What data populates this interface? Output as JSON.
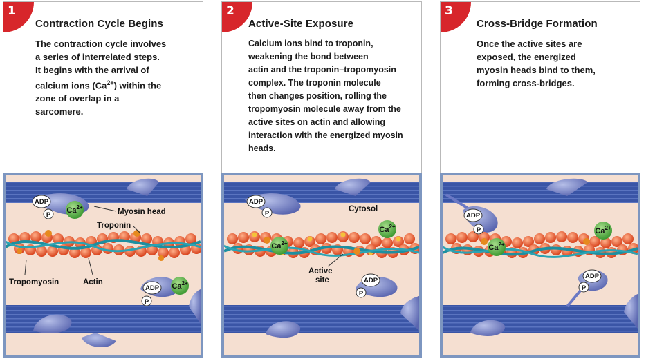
{
  "panels": [
    {
      "number": "1",
      "title": "Contraction Cycle Begins",
      "lines": [
        "The contraction cycle involves",
        "a series of interrelated steps.",
        "It begins with the arrival of",
        "calcium ions (Ca",
        "2+",
        ") within the",
        "zone of overlap in a",
        "sarcomere."
      ],
      "labels": {
        "adp": "ADP",
        "p": "P",
        "ca": "Ca",
        "ca_sup": "2+",
        "myosin_head": "Myosin head",
        "troponin": "Troponin",
        "tropomyosin": "Tropomyosin",
        "actin": "Actin"
      }
    },
    {
      "number": "2",
      "title": "Active-Site Exposure",
      "lines": [
        "Calcium ions bind to troponin,",
        "weakening the bond between",
        "actin and the troponin–tropomyosin",
        "complex. The troponin molecule",
        "then changes position, rolling the",
        "tropomyosin molecule away from the",
        "active sites on actin and allowing",
        "interaction with the energized myosin",
        "heads."
      ],
      "labels": {
        "adp": "ADP",
        "p": "P",
        "ca": "Ca",
        "ca_sup": "2+",
        "cytosol": "Cytosol",
        "active": "Active",
        "site": "site"
      }
    },
    {
      "number": "3",
      "title": "Cross-Bridge Formation",
      "lines": [
        "Once the active sites are",
        "exposed, the energized",
        "myosin heads bind to them,",
        "forming cross-bridges."
      ],
      "labels": {
        "adp": "ADP",
        "p": "P",
        "ca": "Ca",
        "ca_sup": "2+"
      }
    }
  ],
  "colors": {
    "badge": "#d7262b",
    "frame": "#7d96c0",
    "cytosol": "#f5dfd1",
    "thick_filament": "#3a55a6",
    "actin": "#e2562a",
    "tropomyosin": "#2ba3b3",
    "troponin": "#e68a1e",
    "calcium": "#5db54a",
    "myosin": "#7a86c6"
  }
}
